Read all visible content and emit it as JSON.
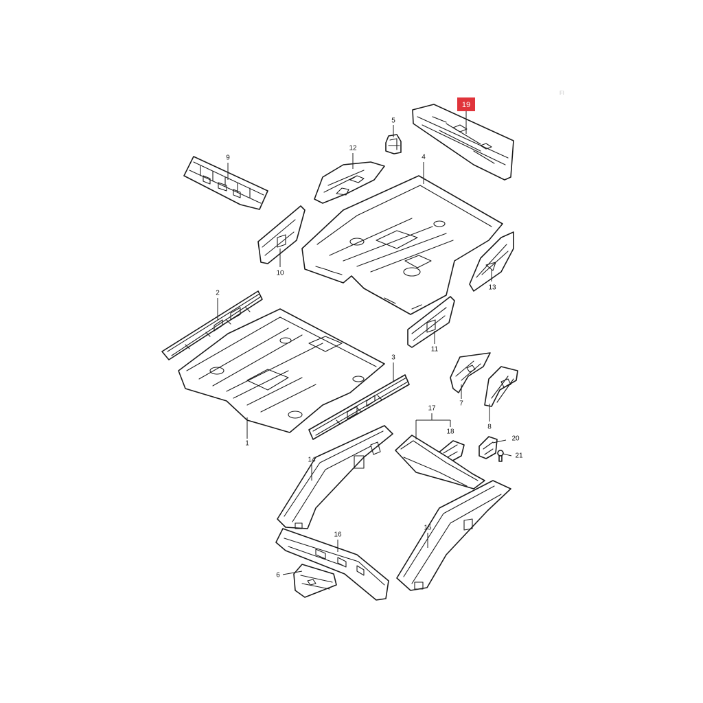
{
  "diagram": {
    "corner_mark": "Fl",
    "highlight_color": "#e0343b",
    "callouts": [
      {
        "id": "1",
        "label": "1"
      },
      {
        "id": "2",
        "label": "2"
      },
      {
        "id": "3",
        "label": "3"
      },
      {
        "id": "4",
        "label": "4"
      },
      {
        "id": "5",
        "label": "5"
      },
      {
        "id": "6",
        "label": "6"
      },
      {
        "id": "7",
        "label": "7"
      },
      {
        "id": "8",
        "label": "8"
      },
      {
        "id": "9",
        "label": "9"
      },
      {
        "id": "10",
        "label": "10"
      },
      {
        "id": "11",
        "label": "11"
      },
      {
        "id": "12",
        "label": "12"
      },
      {
        "id": "13",
        "label": "13"
      },
      {
        "id": "14",
        "label": "14"
      },
      {
        "id": "15",
        "label": "15"
      },
      {
        "id": "16",
        "label": "16"
      },
      {
        "id": "17",
        "label": "17"
      },
      {
        "id": "18",
        "label": "18"
      },
      {
        "id": "19",
        "label": "19",
        "highlighted": true
      },
      {
        "id": "20",
        "label": "20"
      },
      {
        "id": "21",
        "label": "21"
      }
    ]
  }
}
